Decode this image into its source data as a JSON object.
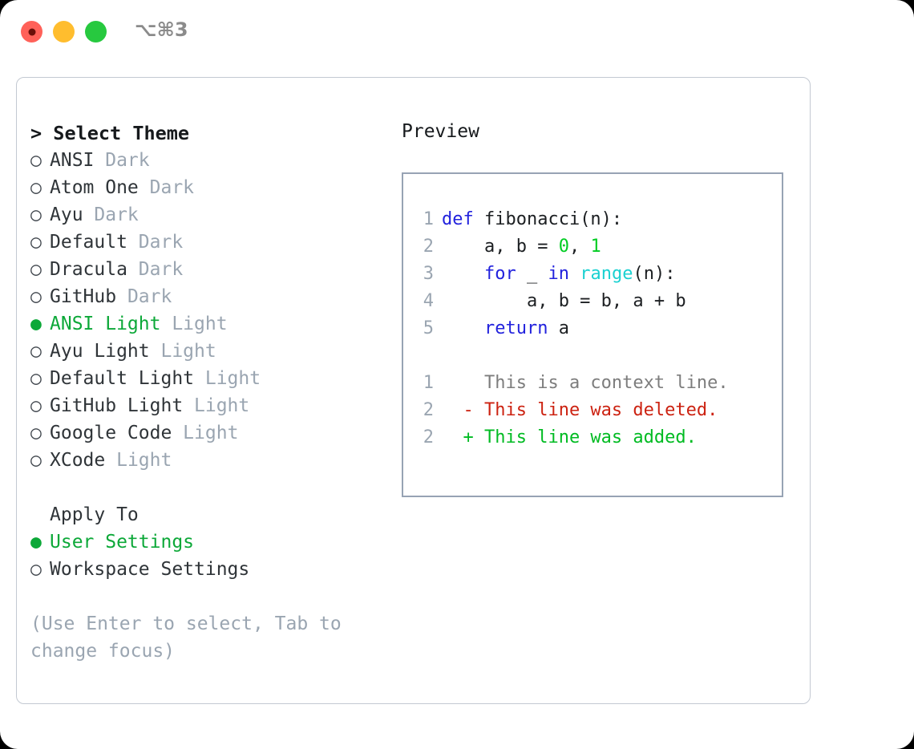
{
  "titlebar": {
    "shortcut": "⌥⌘3",
    "buttons": {
      "close_label": "close",
      "minimize_label": "minimize",
      "maximize_label": "maximize"
    }
  },
  "theme_picker": {
    "heading": "> Select Theme",
    "selected_bullet": "●",
    "unselected_bullet": "○",
    "selected_color": "#0ca838",
    "mode_color": "#9aa5b1",
    "items": [
      {
        "bullet": "○",
        "name": "ANSI",
        "mode": " Dark",
        "selected": false
      },
      {
        "bullet": "○",
        "name": "Atom One",
        "mode": " Dark",
        "selected": false
      },
      {
        "bullet": "○",
        "name": "Ayu",
        "mode": " Dark",
        "selected": false
      },
      {
        "bullet": "○",
        "name": "Default",
        "mode": " Dark",
        "selected": false
      },
      {
        "bullet": "○",
        "name": "Dracula",
        "mode": " Dark",
        "selected": false
      },
      {
        "bullet": "○",
        "name": "GitHub",
        "mode": " Dark",
        "selected": false
      },
      {
        "bullet": "●",
        "name": "ANSI Light",
        "mode": " Light",
        "selected": true
      },
      {
        "bullet": "○",
        "name": "Ayu Light",
        "mode": " Light",
        "selected": false
      },
      {
        "bullet": "○",
        "name": "Default Light",
        "mode": " Light",
        "selected": false
      },
      {
        "bullet": "○",
        "name": "GitHub Light",
        "mode": " Light",
        "selected": false
      },
      {
        "bullet": "○",
        "name": "Google Code",
        "mode": " Light",
        "selected": false
      },
      {
        "bullet": "○",
        "name": "XCode",
        "mode": " Light",
        "selected": false
      }
    ]
  },
  "apply_to": {
    "heading": "Apply To",
    "options": [
      {
        "bullet": "●",
        "label": "User Settings",
        "selected": true
      },
      {
        "bullet": "○",
        "label": "Workspace Settings",
        "selected": false
      }
    ]
  },
  "hint": "(Use Enter to select, Tab to change focus)",
  "preview": {
    "title": "Preview",
    "code_lines": [
      {
        "number": "1",
        "tokens": [
          {
            "text": "def ",
            "type": "kw"
          },
          {
            "text": "fibonacci(n):",
            "type": "txt"
          }
        ]
      },
      {
        "number": "2",
        "tokens": [
          {
            "text": "    a, b = ",
            "type": "txt"
          },
          {
            "text": "0",
            "type": "num"
          },
          {
            "text": ", ",
            "type": "txt"
          },
          {
            "text": "1",
            "type": "num"
          }
        ]
      },
      {
        "number": "3",
        "tokens": [
          {
            "text": "    ",
            "type": "txt"
          },
          {
            "text": "for",
            "type": "kw"
          },
          {
            "text": " _ ",
            "type": "txt"
          },
          {
            "text": "in",
            "type": "kw"
          },
          {
            "text": " ",
            "type": "txt"
          },
          {
            "text": "range",
            "type": "fn"
          },
          {
            "text": "(n):",
            "type": "txt"
          }
        ]
      },
      {
        "number": "4",
        "tokens": [
          {
            "text": "        a, b = b, a + b",
            "type": "txt"
          }
        ]
      },
      {
        "number": "5",
        "tokens": [
          {
            "text": "    ",
            "type": "txt"
          },
          {
            "text": "return",
            "type": "kw"
          },
          {
            "text": " a",
            "type": "txt"
          }
        ]
      }
    ],
    "diff_lines": [
      {
        "number": "1",
        "marker": "  ",
        "text": "This is a context line.",
        "kind": "ctx"
      },
      {
        "number": "2",
        "marker": "- ",
        "text": "This line was deleted.",
        "kind": "del"
      },
      {
        "number": "2",
        "marker": "+ ",
        "text": "This line was added.",
        "kind": "add"
      }
    ]
  }
}
